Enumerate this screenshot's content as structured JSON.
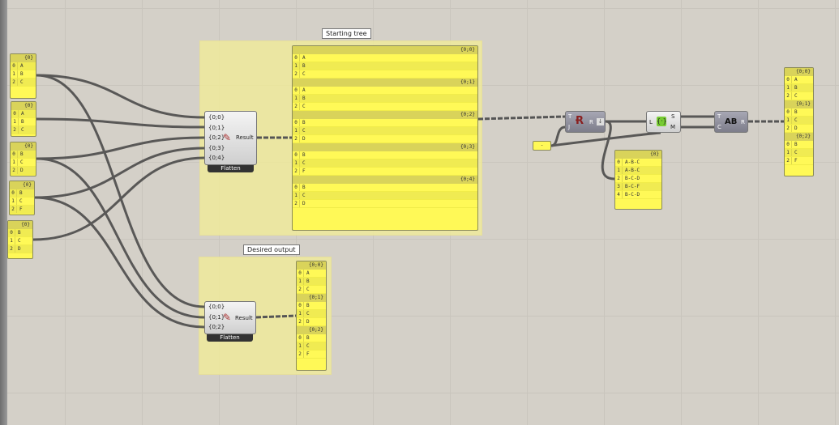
{
  "groups": {
    "starting": "Starting tree",
    "desired": "Desired output"
  },
  "inputs": [
    {
      "header": "{0}",
      "items": [
        "A",
        "B",
        "C"
      ]
    },
    {
      "header": "{0}",
      "items": [
        "A",
        "B",
        "C"
      ]
    },
    {
      "header": "{0}",
      "items": [
        "B",
        "C",
        "D"
      ]
    },
    {
      "header": "{0}",
      "items": [
        "B",
        "C",
        "F"
      ]
    },
    {
      "header": "{0}",
      "items": [
        "B",
        "C",
        "D"
      ]
    }
  ],
  "flatten1": {
    "inputs": [
      "{0;0}",
      "{0;1}",
      "{0;2}",
      "{0;3}",
      "{0;4}"
    ],
    "output": "Result",
    "name": "Flatten"
  },
  "flatten2": {
    "inputs": [
      "{0;0}",
      "{0;1}",
      "{0;2}"
    ],
    "output": "Result",
    "name": "Flatten"
  },
  "tree_panel": [
    {
      "header": "{0;0}",
      "items": [
        "A",
        "B",
        "C"
      ]
    },
    {
      "header": "{0;1}",
      "items": [
        "A",
        "B",
        "C"
      ]
    },
    {
      "header": "{0;2}",
      "items": [
        "B",
        "C",
        "D"
      ]
    },
    {
      "header": "{0;3}",
      "items": [
        "B",
        "C",
        "F"
      ]
    },
    {
      "header": "{0;4}",
      "items": [
        "B",
        "C",
        "D"
      ]
    }
  ],
  "desired_panel": [
    {
      "header": "{0;0}",
      "items": [
        "A",
        "B",
        "C"
      ]
    },
    {
      "header": "{0;1}",
      "items": [
        "B",
        "C",
        "D"
      ]
    },
    {
      "header": "{0;2}",
      "items": [
        "B",
        "C",
        "F"
      ]
    }
  ],
  "joined_panel": [
    {
      "header": "{0}",
      "items": [
        "A-B-C",
        "A-B-C",
        "B-C-D",
        "B-C-F",
        "B-C-D"
      ]
    }
  ],
  "result_panel": [
    {
      "header": "{0;0}",
      "items": [
        "A",
        "B",
        "C"
      ]
    },
    {
      "header": "{0;1}",
      "items": [
        "B",
        "C",
        "D"
      ]
    },
    {
      "header": "{0;2}",
      "items": [
        "B",
        "C",
        "F"
      ]
    }
  ],
  "separator": "-",
  "join": {
    "in1": "T",
    "in2": "J",
    "out": "R"
  },
  "member": {
    "in": "L",
    "out1": "S",
    "out2": "M"
  },
  "split": {
    "in1": "T",
    "in2": "C",
    "out": "R"
  }
}
